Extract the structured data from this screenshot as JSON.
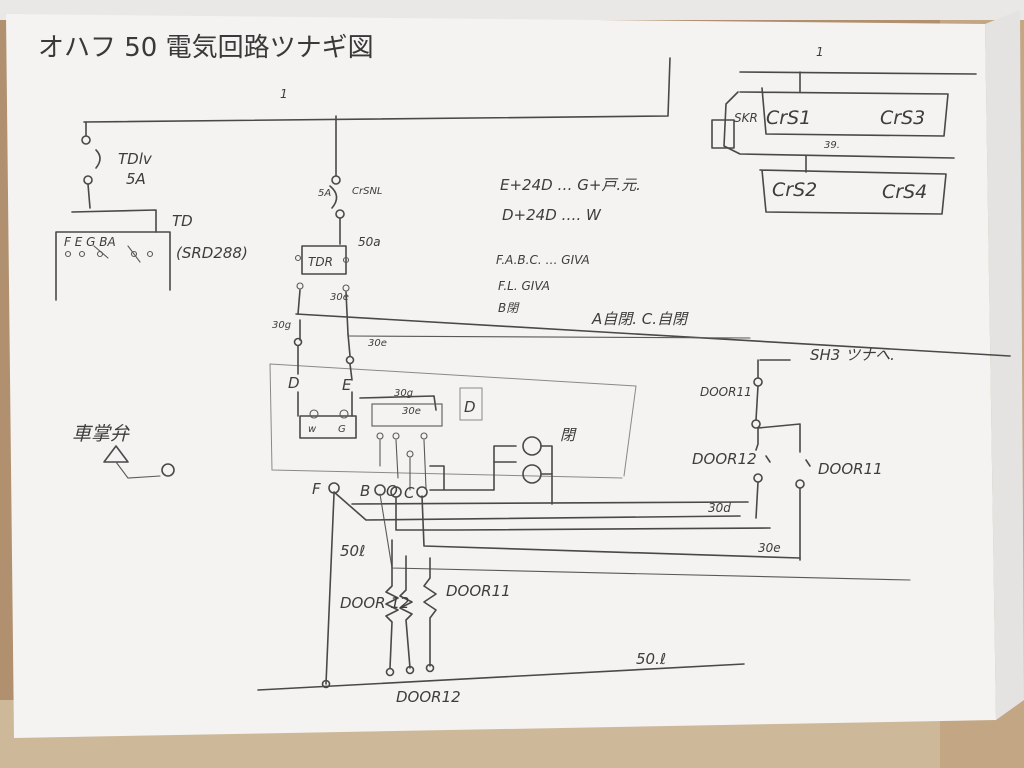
{
  "title": "オハフ 50 電気回路ツナギ図",
  "legend": {
    "line1": "E+24D … G+戸.元.",
    "line2": "D+24D …. W",
    "line3": "F.A.B.C. … GIVA",
    "line4": "F.L. GIVA",
    "line5": "B閉",
    "line6": "A自閉. C.自閉"
  },
  "labels": {
    "top_one": "1",
    "relay_group_one": "1",
    "tdlv": "TDlv",
    "tdlv_5a": "5A",
    "td": "TD",
    "td_model": "(SRD288)",
    "td_terms": "F E G BA",
    "fuse_5a": "5A",
    "crsnl": "CrSNL",
    "tdr": "TDR",
    "w_50a": "50a",
    "w_30e_a": "30e",
    "w_30g": "30g",
    "w_30e_b": "30e",
    "w_30g_b": "30g",
    "w_30e_c": "30e",
    "d_term": "D",
    "e_term": "E",
    "sh3": "SH3 ツナへ.",
    "door11_top": "DOOR11",
    "door12_mid": "DOOR12",
    "door11_right": "DOOR11",
    "w_30d": "30d",
    "w_30e_d": "30e",
    "w_50e": "50ℓ",
    "f_term": "F",
    "b_term": "B",
    "o_term": "O",
    "c_term": "C",
    "close_label": "閉",
    "shashou": "車掌弁",
    "door12_res": "DOOR 12",
    "door11_res": "DOOR11",
    "w_50l_bot": "50.ℓ",
    "door12_bot": "DOOR12",
    "skr": "SKR",
    "crs1": "CrS1",
    "crs3": "CrS3",
    "crs2": "CrS2",
    "crs4": "CrS4",
    "w_39": "39."
  },
  "colors": {
    "paper": "#f4f3f1",
    "ink": "#4a4848",
    "background": "#b39270"
  }
}
